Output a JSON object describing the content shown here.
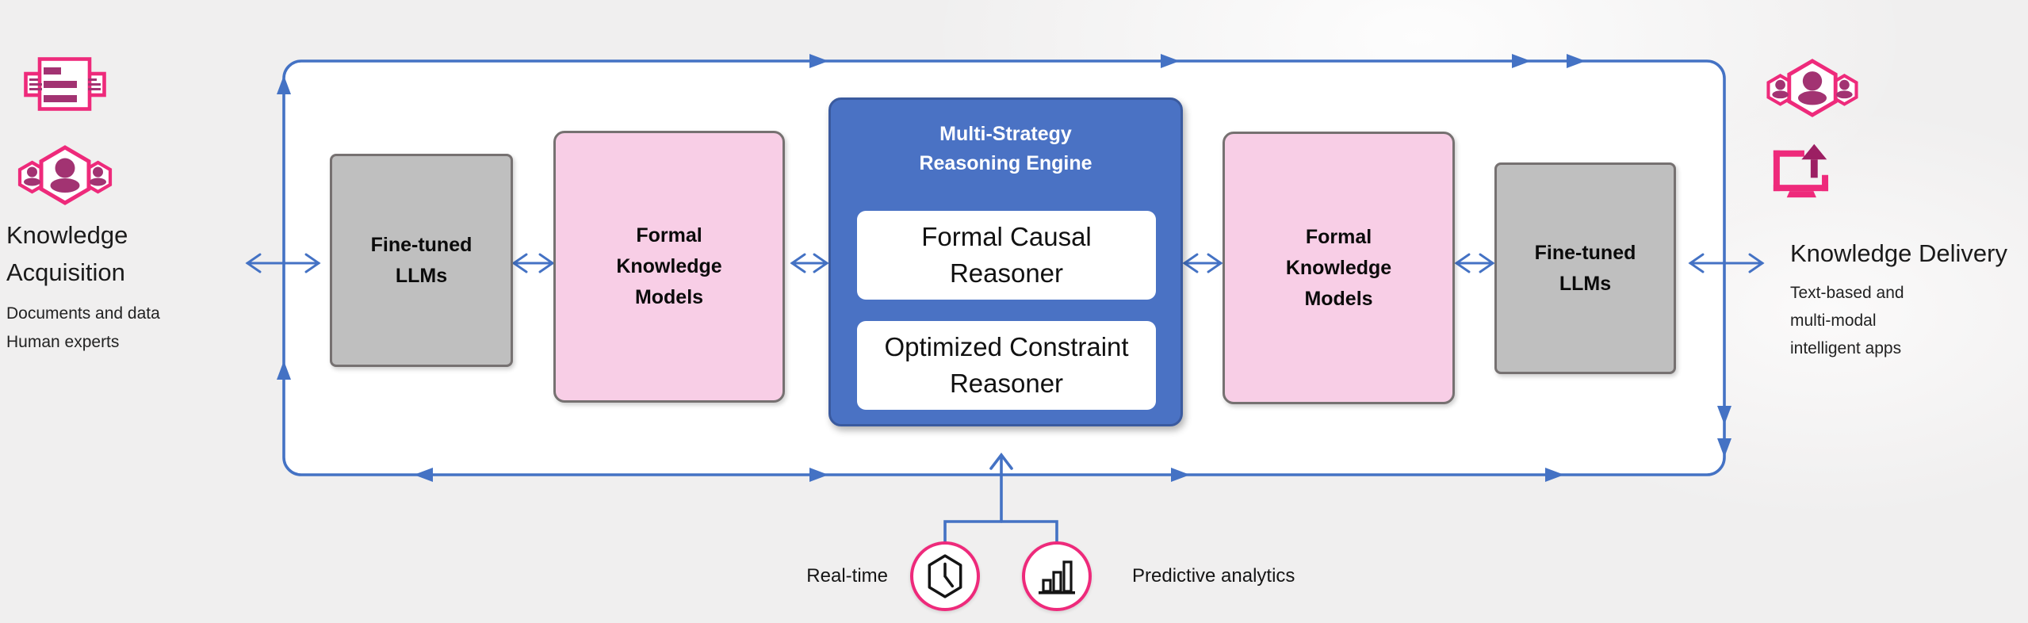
{
  "colors": {
    "background": "#f0efef",
    "loop_blue": "#4472c4",
    "engine_fill": "#4a72c4",
    "engine_border": "#3a5a9f",
    "gray_fill": "#bfbfbf",
    "pink_fill": "#f8cee6",
    "box_border": "#767171",
    "icon_pink": "#ee2a7b",
    "icon_magenta": "#a23372",
    "icon_dark_magenta": "#9c1f63"
  },
  "left_panel": {
    "title": "Knowledge\nAcquisition",
    "subtitle_lines": [
      "Documents and data",
      "Human experts"
    ],
    "icon_names": [
      "documents-icon",
      "human-experts-icon"
    ]
  },
  "pipeline": {
    "left_llm_label": "Fine-tuned\nLLMs",
    "left_fkm_label": "Formal\nKnowledge\nModels",
    "engine": {
      "title": "Multi-Strategy\nReasoning Engine",
      "modules": [
        "Formal Causal\nReasoner",
        "Optimized Constraint\nReasoner"
      ]
    },
    "right_fkm_label": "Formal\nKnowledge\nModels",
    "right_llm_label": "Fine-tuned\nLLMs"
  },
  "bottom_panel": {
    "realtime_label": "Real-time",
    "predictive_label": "Predictive analytics",
    "icon_names": [
      "clock-icon",
      "bar-chart-icon"
    ]
  },
  "right_panel": {
    "title": "Knowledge Delivery",
    "subtitle": "Text-based and\nmulti-modal\nintelligent apps",
    "icon_names": [
      "community-icon",
      "app-share-icon"
    ]
  }
}
